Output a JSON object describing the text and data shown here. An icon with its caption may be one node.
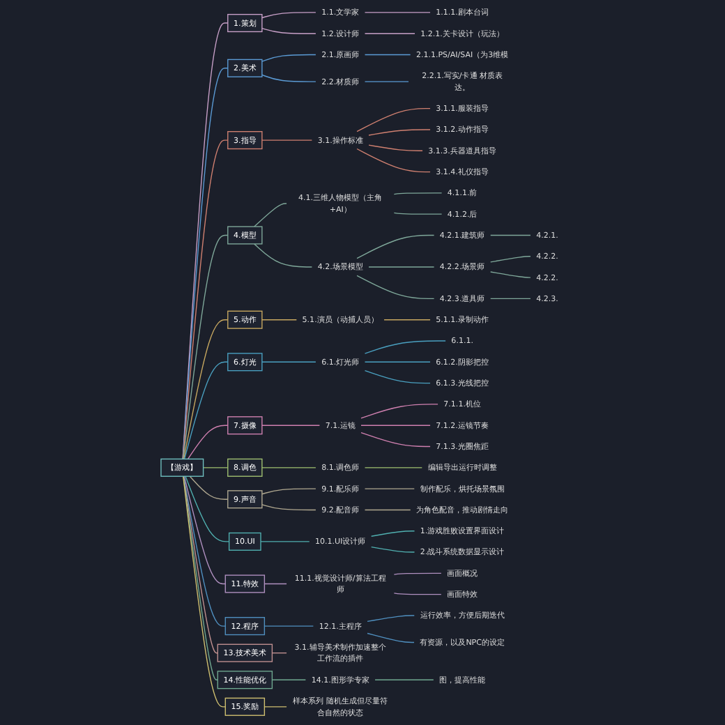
{
  "diagram": {
    "nodes": [
      {
        "text": [
          "【游戏】"
        ]
      },
      {
        "text": [
          "1.策划"
        ]
      },
      {
        "text": [
          "1.1.文学家"
        ]
      },
      {
        "text": [
          "1.1.1.剧本台词"
        ]
      },
      {
        "text": [
          "1.2.设计师"
        ]
      },
      {
        "text": [
          "1.2.1.关卡设计（玩法）"
        ]
      },
      {
        "text": [
          "2.美术"
        ]
      },
      {
        "text": [
          "2.1.原画师"
        ]
      },
      {
        "text": [
          "2.1.1.PS/AI/SAI（为3维模"
        ]
      },
      {
        "text": [
          "2.2.材质师"
        ]
      },
      {
        "text": [
          "2.2.1.写实/卡通 材质表达。"
        ]
      },
      {
        "text": [
          "3.指导"
        ]
      },
      {
        "text": [
          "3.1.操作标准"
        ]
      },
      {
        "text": [
          "3.1.1.服装指导"
        ]
      },
      {
        "text": [
          "3.1.2.动作指导"
        ]
      },
      {
        "text": [
          "3.1.3.兵器道具指导"
        ]
      },
      {
        "text": [
          "3.1.4.礼仪指导"
        ]
      },
      {
        "text": [
          "4.模型"
        ]
      },
      {
        "text": [
          "4.1.三维人物模型（主角+AI）"
        ]
      },
      {
        "text": [
          "4.1.1.前"
        ]
      },
      {
        "text": [
          "4.1.2.后"
        ]
      },
      {
        "text": [
          "4.2.场景模型"
        ]
      },
      {
        "text": [
          "4.2.1.建筑师"
        ]
      },
      {
        "text": [
          "4.2.1."
        ]
      },
      {
        "text": [
          "4.2.2.场景师"
        ]
      },
      {
        "text": [
          "4.2.2."
        ]
      },
      {
        "text": [
          "4.2.2."
        ]
      },
      {
        "text": [
          "4.2.3.道具师"
        ]
      },
      {
        "text": [
          "4.2.3."
        ]
      },
      {
        "text": [
          "5.动作"
        ]
      },
      {
        "text": [
          "5.1.演员（动捕人员）"
        ]
      },
      {
        "text": [
          "5.1.1.录制动作"
        ]
      },
      {
        "text": [
          "6.灯光"
        ]
      },
      {
        "text": [
          "6.1.灯光师"
        ]
      },
      {
        "text": [
          "6.1.1."
        ]
      },
      {
        "text": [
          "6.1.2.阴影把控"
        ]
      },
      {
        "text": [
          "6.1.3.光线把控"
        ]
      },
      {
        "text": [
          "7.摄像"
        ]
      },
      {
        "text": [
          "7.1.运镜"
        ]
      },
      {
        "text": [
          "7.1.1.机位"
        ]
      },
      {
        "text": [
          "7.1.2.运镜节奏"
        ]
      },
      {
        "text": [
          "7.1.3.光圈焦距"
        ]
      },
      {
        "text": [
          "8.调色"
        ]
      },
      {
        "text": [
          "8.1.调色师"
        ]
      },
      {
        "text": [
          "编辑导出运行时调整"
        ]
      },
      {
        "text": [
          "9.声音"
        ]
      },
      {
        "text": [
          "9.1.配乐师"
        ]
      },
      {
        "text": [
          "制作配乐，烘托场景氛围"
        ]
      },
      {
        "text": [
          "9.2.配音师"
        ]
      },
      {
        "text": [
          "为角色配音，推动剧情走向"
        ]
      },
      {
        "text": [
          "10.UI"
        ]
      },
      {
        "text": [
          "10.1.UI设计师"
        ]
      },
      {
        "text": [
          "1.游戏胜败设置界面设计"
        ]
      },
      {
        "text": [
          "2.战斗系统数据显示设计"
        ]
      },
      {
        "text": [
          "11.特效"
        ]
      },
      {
        "text": [
          "11.1.视觉设计师/算法工程师"
        ]
      },
      {
        "text": [
          "画面概况"
        ]
      },
      {
        "text": [
          "画面特效"
        ]
      },
      {
        "text": [
          "12.程序"
        ]
      },
      {
        "text": [
          "12.1.主程序"
        ]
      },
      {
        "text": [
          "运行效率，方便后期迭代"
        ]
      },
      {
        "text": [
          "有资源，以及NPC的设定"
        ]
      },
      {
        "text": [
          "13.技术美术"
        ]
      },
      {
        "text": [
          "3.1.辅导美术制作加速整个工作流的插件"
        ]
      },
      {
        "text": [
          "14.性能优化"
        ]
      },
      {
        "text": [
          "14.1.图形学专家"
        ]
      },
      {
        "text": [
          "图，提高性能"
        ]
      },
      {
        "text": [
          "15.奖励"
        ]
      },
      {
        "text": [
          "样本系列 随机生成但尽量符合自然的状态"
        ]
      }
    ],
    "edges": [
      {
        "from": 0,
        "to": 1,
        "arrow": "none",
        "color": "#c8a0c8"
      },
      {
        "from": 1,
        "to": 2,
        "arrow": "none",
        "color": "#c8a0c8"
      },
      {
        "from": 2,
        "to": 3,
        "arrow": "none",
        "color": "#c8a0c8"
      },
      {
        "from": 1,
        "to": 4,
        "arrow": "none",
        "color": "#c8a0c8"
      },
      {
        "from": 4,
        "to": 5,
        "arrow": "none",
        "color": "#c8a0c8"
      },
      {
        "from": 0,
        "to": 6,
        "arrow": "none",
        "color": "#5b9bd5"
      },
      {
        "from": 6,
        "to": 7,
        "arrow": "none",
        "color": "#5b9bd5"
      },
      {
        "from": 7,
        "to": 8,
        "arrow": "none",
        "color": "#5b9bd5"
      },
      {
        "from": 6,
        "to": 9,
        "arrow": "none",
        "color": "#5b9bd5"
      },
      {
        "from": 9,
        "to": 10,
        "arrow": "none",
        "color": "#5b9bd5"
      },
      {
        "from": 0,
        "to": 11,
        "arrow": "none",
        "color": "#d08070"
      },
      {
        "from": 11,
        "to": 12,
        "arrow": "none",
        "color": "#d08070"
      },
      {
        "from": 12,
        "to": 13,
        "arrow": "none",
        "color": "#d08070"
      },
      {
        "from": 12,
        "to": 14,
        "arrow": "none",
        "color": "#d08070"
      },
      {
        "from": 12,
        "to": 15,
        "arrow": "none",
        "color": "#d08070"
      },
      {
        "from": 12,
        "to": 16,
        "arrow": "none",
        "color": "#d08070"
      },
      {
        "from": 0,
        "to": 17,
        "arrow": "none",
        "color": "#7fa89a"
      },
      {
        "from": 17,
        "to": 18,
        "arrow": "none",
        "color": "#7fa89a"
      },
      {
        "from": 18,
        "to": 19,
        "arrow": "none",
        "color": "#7fa89a"
      },
      {
        "from": 18,
        "to": 20,
        "arrow": "none",
        "color": "#7fa89a"
      },
      {
        "from": 17,
        "to": 21,
        "arrow": "none",
        "color": "#7fa89a"
      },
      {
        "from": 21,
        "to": 22,
        "arrow": "none",
        "color": "#7fa89a"
      },
      {
        "from": 22,
        "to": 23,
        "arrow": "none",
        "color": "#7fa89a"
      },
      {
        "from": 21,
        "to": 24,
        "arrow": "none",
        "color": "#7fa89a"
      },
      {
        "from": 24,
        "to": 25,
        "arrow": "none",
        "color": "#7fa89a"
      },
      {
        "from": 24,
        "to": 26,
        "arrow": "none",
        "color": "#7fa89a"
      },
      {
        "from": 21,
        "to": 27,
        "arrow": "none",
        "color": "#7fa89a"
      },
      {
        "from": 27,
        "to": 28,
        "arrow": "none",
        "color": "#7fa89a"
      },
      {
        "from": 0,
        "to": 29,
        "arrow": "none",
        "color": "#c8a860"
      },
      {
        "from": 29,
        "to": 30,
        "arrow": "none",
        "color": "#c8a860"
      },
      {
        "from": 30,
        "to": 31,
        "arrow": "none",
        "color": "#c8a860"
      },
      {
        "from": 0,
        "to": 32,
        "arrow": "none",
        "color": "#4aa0c0"
      },
      {
        "from": 32,
        "to": 33,
        "arrow": "none",
        "color": "#4aa0c0"
      },
      {
        "from": 33,
        "to": 34,
        "arrow": "none",
        "color": "#4aa0c0"
      },
      {
        "from": 33,
        "to": 35,
        "arrow": "none",
        "color": "#4aa0c0"
      },
      {
        "from": 33,
        "to": 36,
        "arrow": "none",
        "color": "#4aa0c0"
      },
      {
        "from": 0,
        "to": 37,
        "arrow": "none",
        "color": "#d080b0"
      },
      {
        "from": 37,
        "to": 38,
        "arrow": "none",
        "color": "#d080b0"
      },
      {
        "from": 38,
        "to": 39,
        "arrow": "none",
        "color": "#d080b0"
      },
      {
        "from": 38,
        "to": 40,
        "arrow": "none",
        "color": "#d080b0"
      },
      {
        "from": 38,
        "to": 41,
        "arrow": "none",
        "color": "#d080b0"
      },
      {
        "from": 0,
        "to": 42,
        "arrow": "none",
        "color": "#a0c070"
      },
      {
        "from": 42,
        "to": 43,
        "arrow": "none",
        "color": "#a0c070"
      },
      {
        "from": 43,
        "to": 44,
        "arrow": "none",
        "color": "#a0c070"
      },
      {
        "from": 0,
        "to": 45,
        "arrow": "none",
        "color": "#b0a890"
      },
      {
        "from": 45,
        "to": 46,
        "arrow": "none",
        "color": "#b0a890"
      },
      {
        "from": 46,
        "to": 47,
        "arrow": "none",
        "color": "#b0a890"
      },
      {
        "from": 45,
        "to": 48,
        "arrow": "none",
        "color": "#b0a890"
      },
      {
        "from": 48,
        "to": 49,
        "arrow": "none",
        "color": "#b0a890"
      },
      {
        "from": 0,
        "to": 50,
        "arrow": "none",
        "color": "#50b0b0"
      },
      {
        "from": 50,
        "to": 51,
        "arrow": "none",
        "color": "#50b0b0"
      },
      {
        "from": 51,
        "to": 52,
        "arrow": "none",
        "color": "#50b0b0"
      },
      {
        "from": 51,
        "to": 53,
        "arrow": "none",
        "color": "#50b0b0"
      },
      {
        "from": 0,
        "to": 54,
        "arrow": "none",
        "color": "#b090c0"
      },
      {
        "from": 54,
        "to": 55,
        "arrow": "none",
        "color": "#b090c0"
      },
      {
        "from": 55,
        "to": 56,
        "arrow": "none",
        "color": "#b090c0"
      },
      {
        "from": 55,
        "to": 57,
        "arrow": "none",
        "color": "#b090c0"
      },
      {
        "from": 0,
        "to": 58,
        "arrow": "none",
        "color": "#5090c0"
      },
      {
        "from": 58,
        "to": 59,
        "arrow": "none",
        "color": "#5090c0"
      },
      {
        "from": 59,
        "to": 60,
        "arrow": "none",
        "color": "#5090c0"
      },
      {
        "from": 59,
        "to": 61,
        "arrow": "none",
        "color": "#5090c0"
      },
      {
        "from": 0,
        "to": 62,
        "arrow": "none",
        "color": "#c09090"
      },
      {
        "from": 62,
        "to": 63,
        "arrow": "none",
        "color": "#c09090"
      },
      {
        "from": 0,
        "to": 64,
        "arrow": "none",
        "color": "#70a890"
      },
      {
        "from": 64,
        "to": 65,
        "arrow": "none",
        "color": "#70a890"
      },
      {
        "from": 65,
        "to": 66,
        "arrow": "none",
        "color": "#70a890"
      },
      {
        "from": 0,
        "to": 67,
        "arrow": "none",
        "color": "#d0c070"
      },
      {
        "from": 67,
        "to": 68,
        "arrow": "none",
        "color": "#d0c070"
      }
    ]
  }
}
